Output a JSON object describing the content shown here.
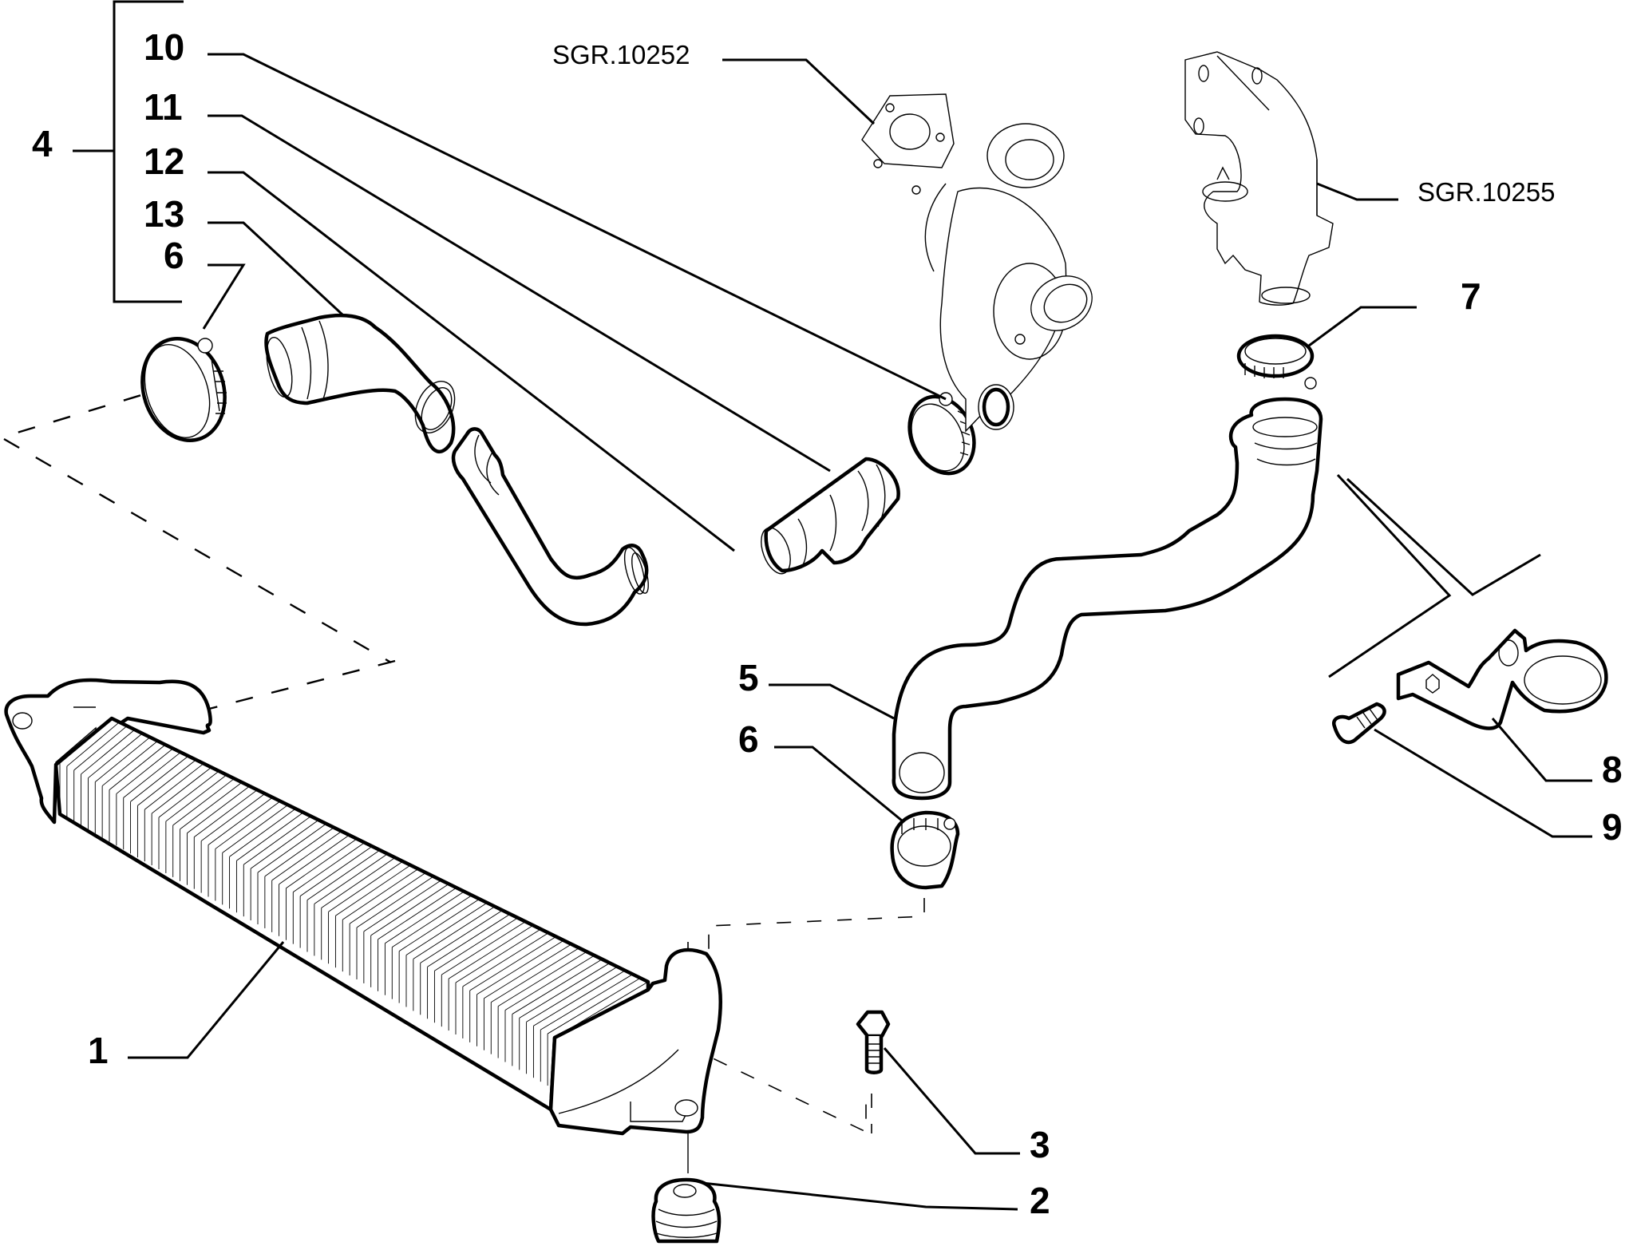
{
  "diagram": {
    "title": "Intercooler and charge air hoses exploded view",
    "callouts": [
      {
        "id": "c1",
        "label": "1",
        "part": "intercooler"
      },
      {
        "id": "c2",
        "label": "2",
        "part": "rubber-mount"
      },
      {
        "id": "c3",
        "label": "3",
        "part": "mounting-bolt"
      },
      {
        "id": "c4",
        "label": "4",
        "part": "hose-kit-group"
      },
      {
        "id": "c5",
        "label": "5",
        "part": "outlet-hose"
      },
      {
        "id": "c6a",
        "label": "6",
        "part": "hose-clamp"
      },
      {
        "id": "c6b",
        "label": "6",
        "part": "hose-clamp"
      },
      {
        "id": "c7",
        "label": "7",
        "part": "hose-clamp"
      },
      {
        "id": "c8",
        "label": "8",
        "part": "hose-bracket"
      },
      {
        "id": "c9",
        "label": "9",
        "part": "bracket-bolt"
      },
      {
        "id": "c10",
        "label": "10",
        "part": "hose-clamp"
      },
      {
        "id": "c11",
        "label": "11",
        "part": "coupling-sleeve"
      },
      {
        "id": "c12",
        "label": "12",
        "part": "inlet-hose"
      },
      {
        "id": "c13",
        "label": "13",
        "part": "elbow-hose"
      }
    ],
    "references": [
      {
        "id": "r1",
        "label": "SGR.10252",
        "part": "turbocharger"
      },
      {
        "id": "r2",
        "label": "SGR.10255",
        "part": "intake-manifold-pipe"
      }
    ]
  }
}
